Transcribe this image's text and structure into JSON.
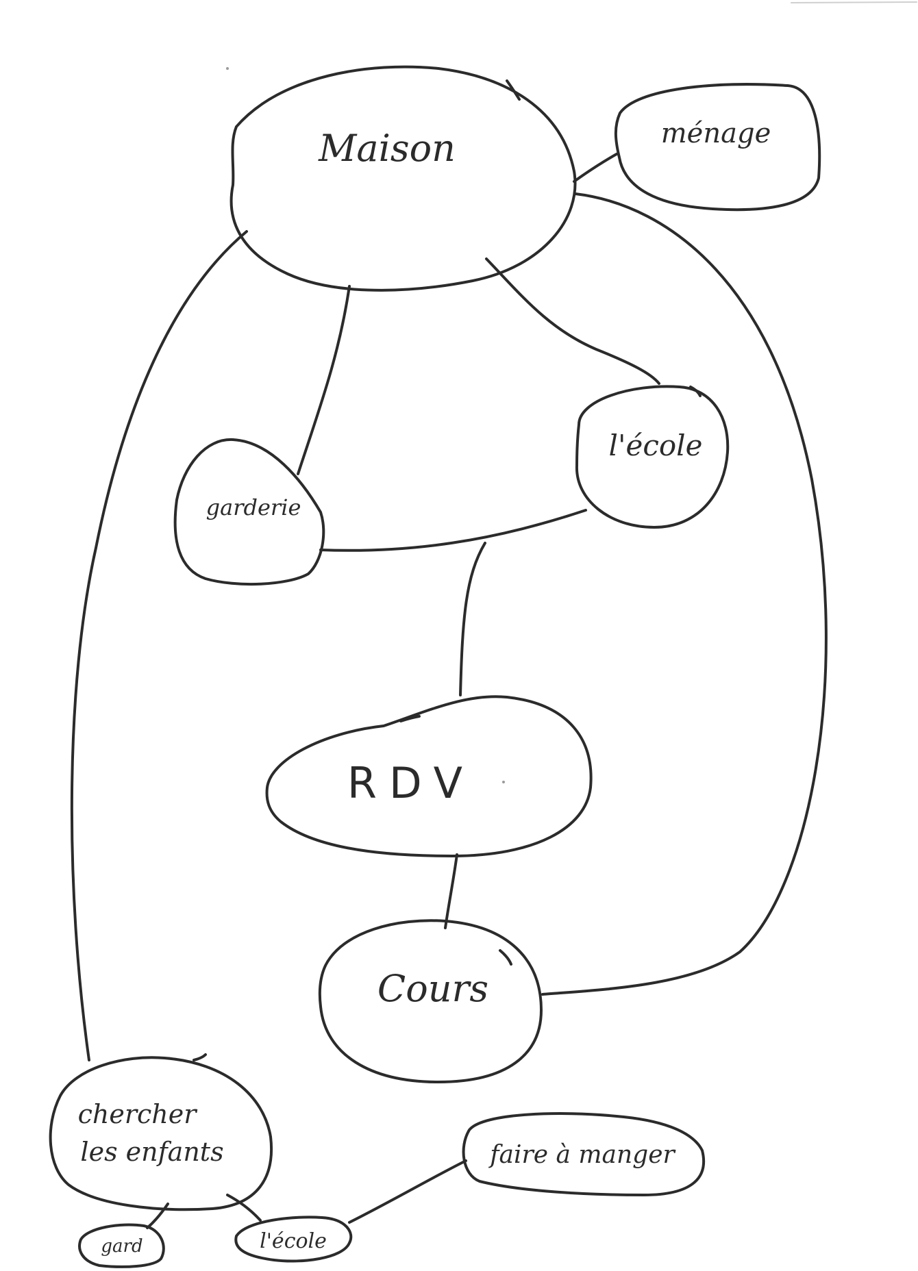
{
  "nodes": {
    "maison": {
      "label": "Maison"
    },
    "menage": {
      "label": "ménage"
    },
    "ecole": {
      "label": "l'école"
    },
    "garderie": {
      "label": "garderie"
    },
    "rdv": {
      "label": "RDV"
    },
    "cours": {
      "label": "Cours"
    },
    "chercher_line1": {
      "label": "chercher"
    },
    "chercher_line2": {
      "label": "les enfants"
    },
    "faire_manger": {
      "label": "faire à manger"
    },
    "gard": {
      "label": "gard"
    },
    "ecole_small": {
      "label": "l'école"
    }
  }
}
